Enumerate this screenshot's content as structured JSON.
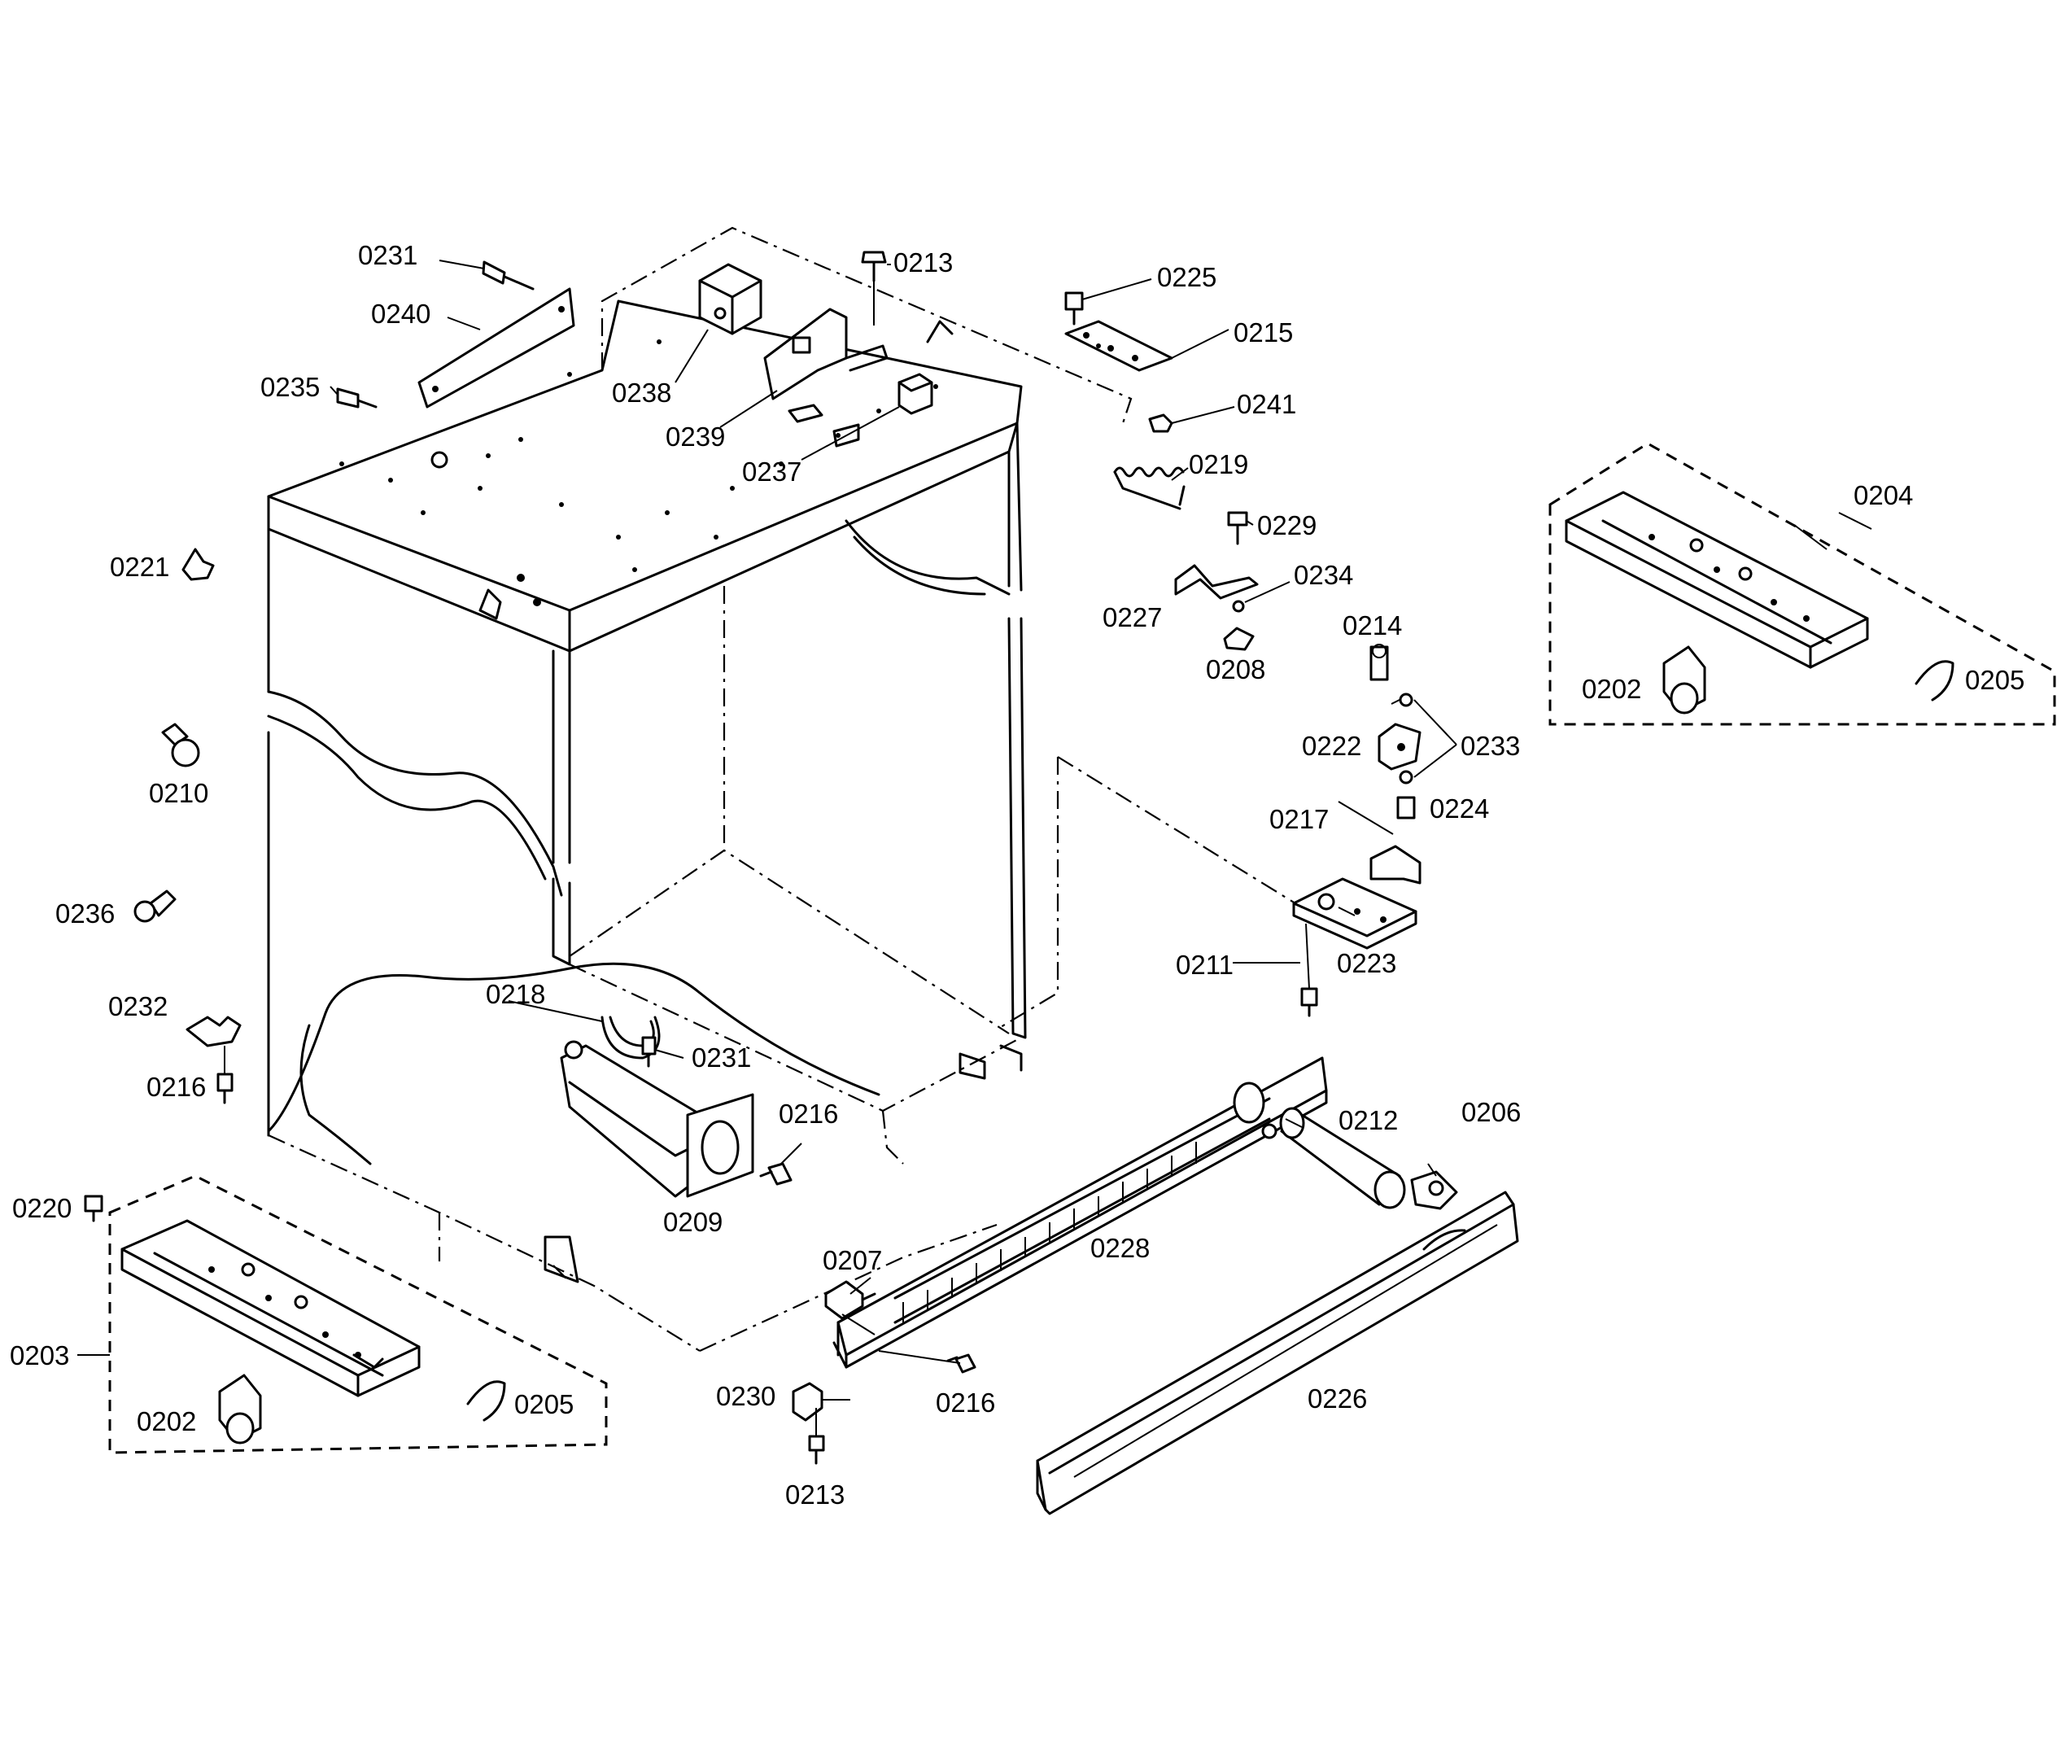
{
  "callouts": {
    "c0231a": "0231",
    "c0240": "0240",
    "c0235": "0235",
    "c0238": "0238",
    "c0239": "0239",
    "c0237": "0237",
    "c0213a": "0213",
    "c0225": "0225",
    "c0215": "0215",
    "c0241": "0241",
    "c0219": "0219",
    "c0229": "0229",
    "c0234": "0234",
    "c0227": "0227",
    "c0208": "0208",
    "c0214": "0214",
    "c0222": "0222",
    "c0233": "0233",
    "c0224": "0224",
    "c0217": "0217",
    "c0223": "0223",
    "c0211": "0211",
    "c0221": "0221",
    "c0210": "0210",
    "c0236": "0236",
    "c0232": "0232",
    "c0216a": "0216",
    "c0218": "0218",
    "c0231b": "0231",
    "c0216b": "0216",
    "c0209": "0209",
    "c0220": "0220",
    "c0203": "0203",
    "c0202a": "0202",
    "c0205a": "0205",
    "c0207": "0207",
    "c0228": "0228",
    "c0212": "0212",
    "c0206": "0206",
    "c0216c": "0216",
    "c0226": "0226",
    "c0230": "0230",
    "c0213b": "0213",
    "c0204": "0204",
    "c0202b": "0202",
    "c0205b": "0205"
  }
}
